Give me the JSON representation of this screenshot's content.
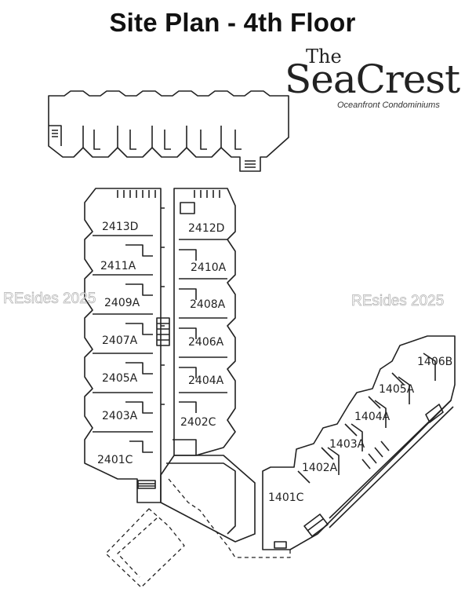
{
  "title": "Site Plan - 4th Floor",
  "logo": {
    "the": "The",
    "name": "SeaCrest",
    "subtitle": "Oceanfront Condominiums"
  },
  "watermark": "REsides 2025",
  "units": {
    "u2413d": "2413D",
    "u2412d": "2412D",
    "u2411a": "2411A",
    "u2410a": "2410A",
    "u2409a": "2409A",
    "u2408a": "2408A",
    "u2407a": "2407A",
    "u2406a": "2406A",
    "u2405a": "2405A",
    "u2404a": "2404A",
    "u2403a": "2403A",
    "u2402c": "2402C",
    "u2401c": "2401C",
    "u1406b": "1406B",
    "u1405a": "1405A",
    "u1404a": "1404A",
    "u1403a": "1403A",
    "u1402a": "1402A",
    "u1401c": "1401C"
  },
  "colors": {
    "line": "#222222",
    "background": "#ffffff"
  }
}
